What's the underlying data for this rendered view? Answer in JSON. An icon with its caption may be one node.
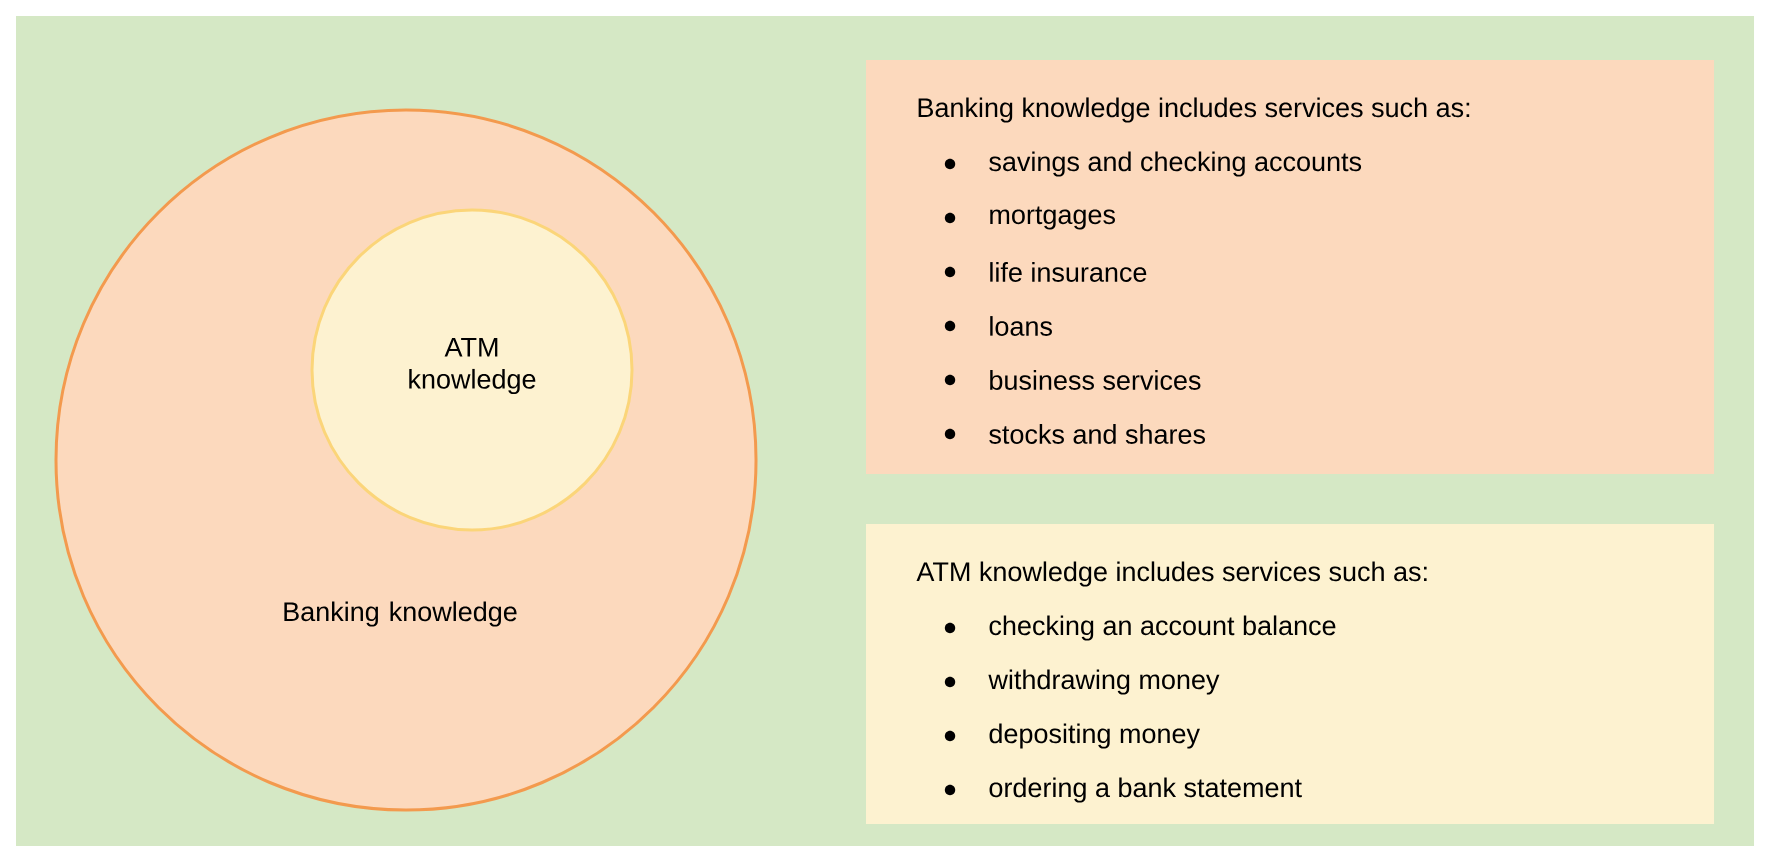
{
  "diagram": {
    "nodes": [
      {
        "text": [
          "Banking knowledge"
        ]
      },
      {
        "text": [
          "ATM knowledge"
        ],
        "in": 0
      },
      {
        "text": [
          "Banking knowledge includes services such as:",
          "savings and checking accounts",
          "mortgages",
          "life insurance",
          "loans",
          "business services",
          "stocks and shares"
        ]
      },
      {
        "text": [
          "ATM knowledge includes services such as:",
          "checking an account balance",
          "withdrawing money",
          "depositing money",
          "ordering a bank statement"
        ]
      }
    ]
  }
}
